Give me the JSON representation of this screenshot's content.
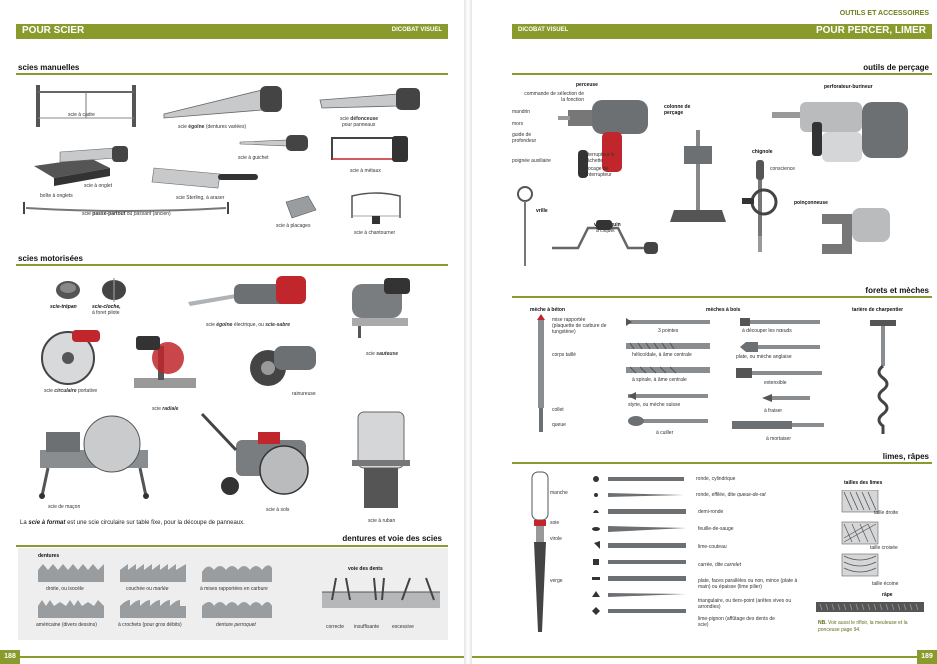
{
  "left": {
    "header": {
      "title": "POUR SCIER",
      "brand": "DICOBAT VISUEL"
    },
    "page_number": "188",
    "sections": {
      "manuelles": "scies manuelles",
      "motorisees": "scies motorisées",
      "dentures": "dentures et voie des scies"
    },
    "manuelles": {
      "a_cadre": "scie à cadre",
      "egoine_main": "scie",
      "egoine_bold": "égoïne",
      "egoine_tail": "(dentures variées)",
      "defonceuse_main": "scie",
      "defonceuse_bold": "défonceuse",
      "defonceuse_tail": "pour panneaux",
      "guichet": "scie à guichet",
      "onglet": "scie à onglet",
      "boite_onglets": "boîte à onglets",
      "metaux": "scie à métaux",
      "sterling": "scie Sterling, à araser",
      "passe_partout_pre": "scie",
      "passe_partout_bold": "passe-partout",
      "passe_partout_mid": "ou",
      "passe_partout_it": "passant",
      "passe_partout_tail": "(ancien)",
      "placages": "scie à placages",
      "chantourner": "scie à chantourner"
    },
    "motorisees": {
      "trepan": "scie-trépan",
      "cloche": "scie-cloche,",
      "cloche_tail": "à foret pilote",
      "egoine_elec_pre": "scie",
      "egoine_elec_bold": "égoïne",
      "egoine_elec_mid": "électrique, ou",
      "egoine_elec_bold2": "scie-sabre",
      "sauteuse_pre": "scie",
      "sauteuse_bold": "sauteuse",
      "circulaire_pre": "scie",
      "circulaire_bold": "circulaire",
      "circulaire_tail": "portative",
      "radiale_pre": "scie",
      "radiale_bold": "radiale",
      "rainureuse": "rainureuse",
      "macon": "scie de maçon",
      "sols": "scie à sols",
      "ruban": "scie à ruban"
    },
    "format_note": {
      "pre": "La",
      "bold": "scie à format",
      "tail": "est une scie circulaire sur table fixe, pour la découpe de panneaux."
    },
    "dentures": {
      "heading": "dentures",
      "droite": "droite, ou isocèle",
      "couchee": "couchée ou",
      "couchee_it": "marlée",
      "mises": "à mises rapportées en carbure",
      "americaine": "américaine (divers dessins)",
      "crochets": "à crochets (pour gros débits)",
      "perroquet_pre": "denture",
      "perroquet_it": "perroquet",
      "voie_heading": "voie des dents",
      "correcte": "correcte",
      "insuffisante": "insuffisante",
      "excessive": "excessive"
    }
  },
  "right": {
    "kicker": "OUTILS ET ACCESSOIRES",
    "header": {
      "title": "POUR PERCER, LIMER",
      "brand": "DICOBAT VISUEL"
    },
    "page_number": "189",
    "sections": {
      "percage": "outils de perçage",
      "forets": "forets et mèches",
      "limes": "limes, râpes"
    },
    "percage": {
      "perceuse": "perceuse",
      "commande": "commande de sélection de la fonction",
      "mandrin": "mandrin",
      "mors": "mors",
      "guide": "guide de profondeur",
      "poignee": "poignée auxiliaire",
      "interrupteur": "interrupteur à gâchette",
      "blocage": "blocage de l'interrupteur",
      "colonne": "colonne de perçage",
      "perforateur": "perforateur-burineur",
      "chignole": "chignole",
      "conscience": "conscience",
      "poinconneuse": "poinçonneuse",
      "vrille": "vrille",
      "vilebrequin": "vilebrequin",
      "vilebrequin_tail": "à cliquet"
    },
    "forets": {
      "meche_beton": "mèche à béton",
      "mise_rapportee": "mise rapportée (plaquette de carbure de tungstène)",
      "corps_taille": "corps taillé",
      "collet": "collet",
      "queue": "queue",
      "meches_bois": "mèches à bois",
      "trois_pointes": "3 pointes",
      "helicoidale": "hélicoïdale, à âme centrale",
      "spirale": "à spirale, à âme centrale",
      "styrie": "styrie, ou mèche suisse",
      "cuiller": "à cuiller",
      "noeuds": "à découper les nœuds",
      "plate": "plate, ou mèche anglaise",
      "extensible": "extensible",
      "fraiser": "à fraiser",
      "mortaiser": "à mortaiser",
      "tariere": "tarière de charpentier"
    },
    "limes": {
      "manche": "manche",
      "soie": "soie",
      "virole": "virole",
      "verge": "verge",
      "ronde": "ronde, cylindrique",
      "queue_rat_pre": "ronde, effilée, dite",
      "queue_rat_it": "queue-de-rat",
      "demi_ronde": "demi-ronde",
      "sauge": "feuille-de-sauge",
      "couteau": "lime-couteau",
      "carree_pre": "carrée, dite",
      "carree_it": "carrelet",
      "plate": "plate, faces parallèles ou non, mince (plate à main) ou épaisse (lime pilier)",
      "triangulaire": "triangulaire, ou tiers-point (arêtes vives ou arrondies)",
      "pignon": "lime-pignon (affûtage des dents de scie)",
      "tailles_heading": "tailles des limes",
      "taille_droite": "taille droite",
      "taille_croisee": "taille croisée",
      "taille_ecoine": "taille écoine",
      "rape": "râpe",
      "nb_bold": "NB.",
      "nb_text": "Voir aussi le rifloir, la meuleuse et la ponceuse page 94."
    }
  },
  "colors": {
    "accent": "#8a9a2c",
    "tool_red": "#c0262c",
    "tool_gray": "#7a7d80",
    "tool_dark": "#333333"
  }
}
